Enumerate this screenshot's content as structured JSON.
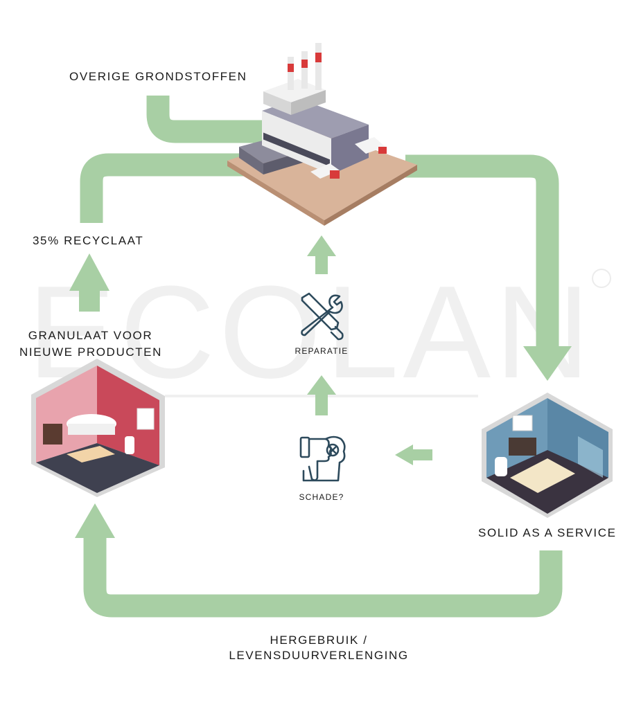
{
  "labels": {
    "overige_grondstoffen": "OVERIGE GRONDSTOFFEN",
    "recyclaat": "35% RECYCLAAT",
    "granulaat_line1": "GRANULAAT VOOR",
    "granulaat_line2": "NIEUWE PRODUCTEN",
    "reparatie": "REPARATIE",
    "schade": "SCHADE?",
    "solid_service": "SOLID AS A SERVICE",
    "hergebruik_line1": "HERGEBRUIK /",
    "hergebruik_line2": "LEVENSDUURVERLENGING"
  },
  "watermark": {
    "text": "ECOLAN",
    "registered": "®"
  },
  "colors": {
    "arrow_green": "#a8cfa4",
    "icon_navy": "#2d4a5c",
    "text": "#1a1a1a",
    "watermark": "#ededed"
  },
  "icons": [
    "factory-illustration",
    "tools-icon",
    "thumbs-down-icon",
    "bathroom-pink-illustration",
    "bathroom-blue-illustration"
  ]
}
